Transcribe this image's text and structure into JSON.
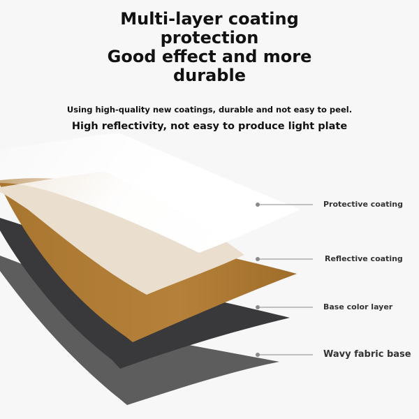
{
  "heading": {
    "line1": "Multi-layer coating",
    "line2": "protection",
    "line3": "Good effect and more",
    "line4": "durable"
  },
  "subtitle_small": "Using high-quality new coatings, durable and not easy to peel.",
  "subtitle_large": "High reflectivity, not easy to produce light plate",
  "layers": [
    {
      "label": "Protective coating",
      "color": "#ffffff"
    },
    {
      "label": "Reflective coating",
      "color": "#b07e36"
    },
    {
      "label": "Base color layer",
      "color": "#3a393b"
    },
    {
      "label": "Wavy fabric base",
      "color": "#5a5a5a"
    }
  ],
  "colors": {
    "background": "#f7f7f7",
    "cream": "#eadfcf",
    "leader_line": "#8a8a8a"
  }
}
